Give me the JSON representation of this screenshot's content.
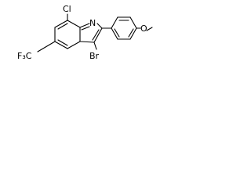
{
  "molecule": {
    "atom_labels": {
      "chlorine": "Cl",
      "bromine": "Br",
      "nitrogen": "N",
      "trifluoromethyl": "F₃C",
      "methoxy_oxygen": "O"
    }
  },
  "colors": {
    "bond": "#000000",
    "label": "#000000",
    "background": "#ffffff"
  }
}
